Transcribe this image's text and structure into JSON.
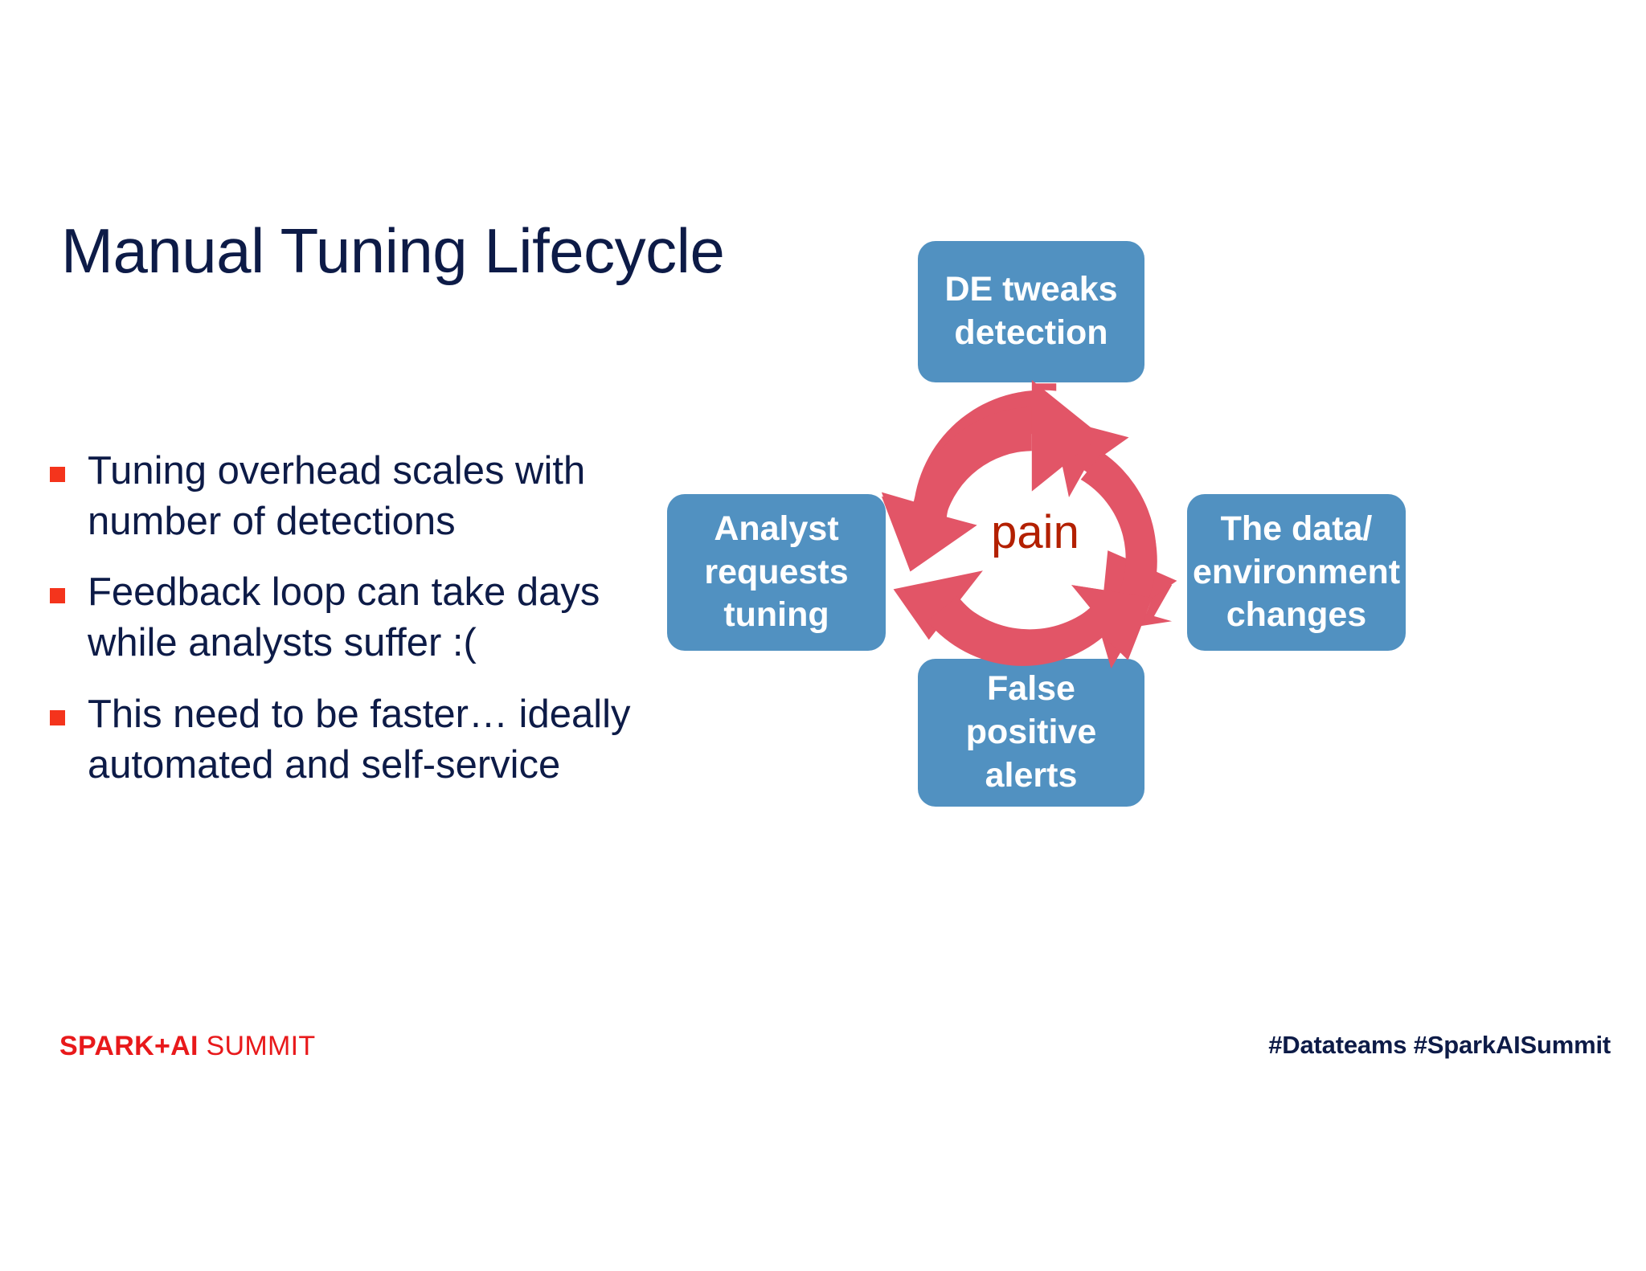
{
  "slide": {
    "title": "Manual Tuning Lifecycle",
    "background_color": "#ffffff",
    "title_color": "#0d1b47"
  },
  "bullets": [
    {
      "text": "Tuning overhead scales with number of detections"
    },
    {
      "text": "Feedback loop can take days while analysts suffer  :("
    },
    {
      "text": "This need to be faster… ideally automated and self-service"
    }
  ],
  "bullet_marker_color": "#f4341c",
  "diagram": {
    "center_label": "pain",
    "center_label_color": "#b32000",
    "node_fill_color": "#5191c1",
    "node_text_color": "#ffffff",
    "arrow_color": "#e25567",
    "nodes": [
      {
        "id": "top",
        "label": "DE tweaks detection"
      },
      {
        "id": "right",
        "label": "The data/ environment changes"
      },
      {
        "id": "bottom",
        "label": "False positive alerts"
      },
      {
        "id": "left",
        "label": "Analyst requests tuning"
      }
    ]
  },
  "footer": {
    "logo_bold": "SPARK+AI",
    "logo_light": " SUMMIT",
    "logo_color": "#e8191b",
    "hashtags": "#Datateams  #SparkAISummit",
    "hashtags_color": "#0d1b47"
  }
}
